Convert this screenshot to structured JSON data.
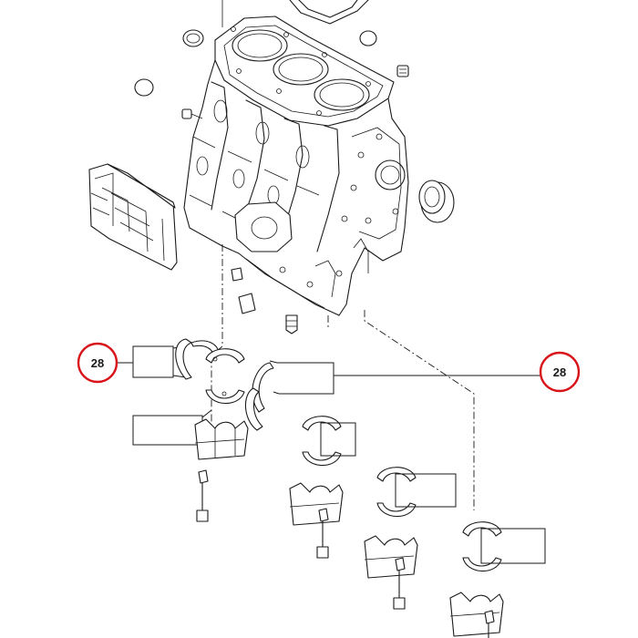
{
  "diagram": {
    "callouts": [
      {
        "number": "28",
        "ring_color": "#d8141a"
      },
      {
        "number": "28",
        "ring_color": "#d8141a"
      }
    ],
    "parts": [
      "cylinder-block",
      "head-gasket",
      "crankshaft-oil-seal",
      "core-plug",
      "side-cover",
      "thrust-washer",
      "main-bearing-shell",
      "main-bearing-cap",
      "bearing-cap-bolt"
    ]
  }
}
